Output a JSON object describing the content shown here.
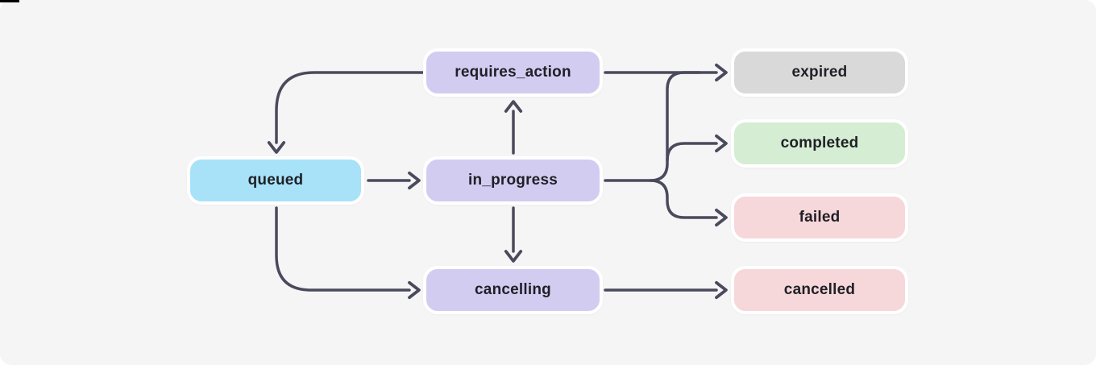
{
  "colors": {
    "panel_background": "#f5f5f6",
    "page_background": "#ffffff",
    "arrow": "#4a4a5c",
    "text": "#1f2026",
    "node_border": "#ffffff",
    "queued_fill": "#a8e2f8",
    "active_fill": "#d3ccf1",
    "expired_fill": "#d9d9d9",
    "completed_fill": "#d5edd3",
    "failed_fill": "#f6d7da"
  },
  "nodes": {
    "queued": {
      "label": "queued",
      "color": "#a8e2f8"
    },
    "requires_action": {
      "label": "requires_action",
      "color": "#d3ccf1"
    },
    "in_progress": {
      "label": "in_progress",
      "color": "#d3ccf1"
    },
    "cancelling": {
      "label": "cancelling",
      "color": "#d3ccf1"
    },
    "expired": {
      "label": "expired",
      "color": "#d9d9d9"
    },
    "completed": {
      "label": "completed",
      "color": "#d5edd3"
    },
    "failed": {
      "label": "failed",
      "color": "#f6d7da"
    },
    "cancelled": {
      "label": "cancelled",
      "color": "#f6d7da"
    }
  },
  "edges": [
    {
      "from": "requires_action",
      "to": "queued"
    },
    {
      "from": "queued",
      "to": "in_progress"
    },
    {
      "from": "in_progress",
      "to": "requires_action"
    },
    {
      "from": "in_progress",
      "to": "cancelling"
    },
    {
      "from": "queued",
      "to": "cancelling"
    },
    {
      "from": "requires_action",
      "to": "expired"
    },
    {
      "from": "in_progress",
      "to": "expired"
    },
    {
      "from": "in_progress",
      "to": "completed"
    },
    {
      "from": "in_progress",
      "to": "failed"
    },
    {
      "from": "cancelling",
      "to": "cancelled"
    }
  ]
}
